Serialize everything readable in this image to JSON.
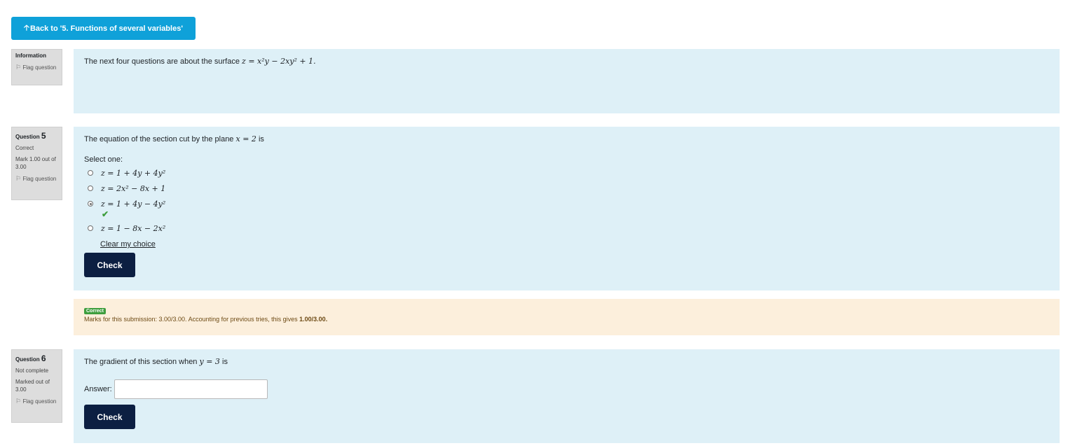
{
  "back_button": {
    "label": "Back to '5. Functions of several variables'"
  },
  "info": {
    "label": "Information",
    "flag": "Flag question",
    "text": "The next four questions are about the surface",
    "math": "z = x²y − 2xy² + 1."
  },
  "q5": {
    "label": "Question",
    "number": "5",
    "state": "Correct",
    "grade": "Mark 1.00 out of 3.00",
    "flag": "Flag question",
    "text_before": "The equation of the section cut by the plane",
    "math": "x = 2",
    "text_after": "is",
    "select_one": "Select one:",
    "options": [
      {
        "text": "z = 1 + 4y + 4y²",
        "checked": false
      },
      {
        "text": "z = 2x² − 8x + 1",
        "checked": false
      },
      {
        "text": "z = 1 + 4y − 4y²",
        "checked": true
      },
      {
        "text": "z = 1 − 8x − 2x²",
        "checked": false
      }
    ],
    "clear": "Clear my choice",
    "check": "Check"
  },
  "feedback": {
    "badge": "Correct",
    "text": "Marks for this submission: 3.00/3.00. Accounting for previous tries, this gives",
    "bold": "1.00/3.00."
  },
  "q6": {
    "label": "Question",
    "number": "6",
    "state": "Not complete",
    "grade": "Marked out of 3.00",
    "flag": "Flag question",
    "text_before": "The gradient of this section when",
    "math": "y = 3",
    "text_after": "is",
    "answer_label": "Answer:",
    "answer_value": "",
    "check": "Check"
  },
  "colors": {
    "accent": "#0fa1d9",
    "content_bg": "#def0f7",
    "feedback_bg": "#fcefdc",
    "check_button": "#0c1f42",
    "correct": "#3e9e3e"
  }
}
